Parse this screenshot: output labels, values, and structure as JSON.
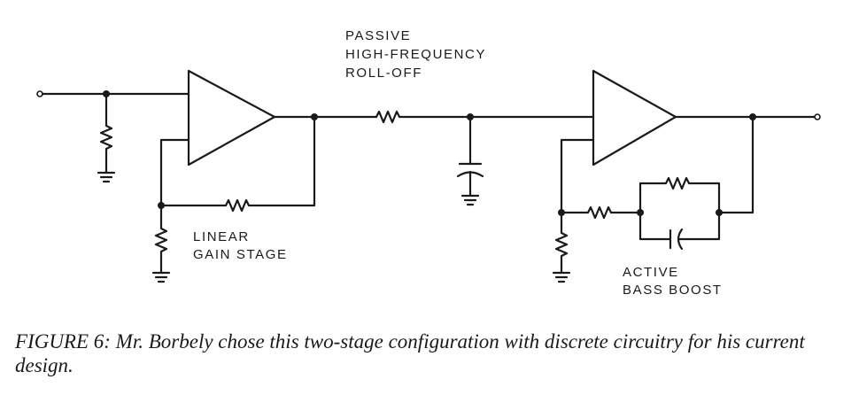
{
  "labels": {
    "passive": [
      "PASSIVE",
      "HIGH-FREQUENCY",
      "ROLL-OFF"
    ],
    "linear": [
      "LINEAR",
      "GAIN STAGE"
    ],
    "active": [
      "ACTIVE",
      "BASS BOOST"
    ]
  },
  "caption": "FIGURE 6: Mr. Borbely chose this two-stage configuration with discrete circuitry for his current design."
}
